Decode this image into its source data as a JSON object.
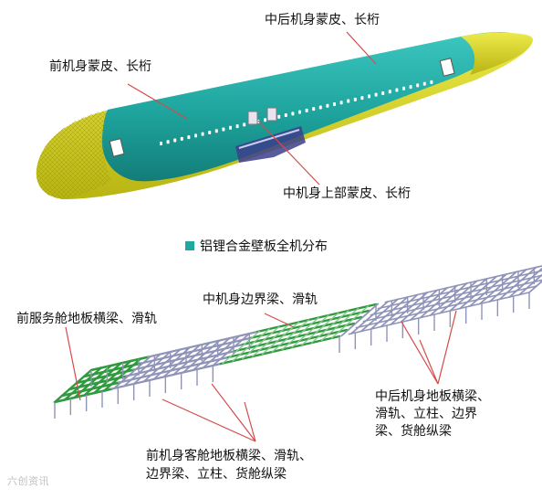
{
  "labels": {
    "mid_rear_skin": "中后机身蒙皮、长桁",
    "front_skin": "前机身蒙皮、长桁",
    "mid_upper_skin": "中机身上部蒙皮、长桁",
    "mid_boundary": "中机身边界梁、滑轨",
    "front_service": "前服务舱地板横梁、滑轨",
    "mid_rear_floor_1": "中后机身地板横梁、",
    "mid_rear_floor_2": "滑轨、立柱、边界",
    "mid_rear_floor_3": "梁、货舱纵梁",
    "front_cabin_1": "前机身客舱地板横梁、滑轨、",
    "front_cabin_2": "边界梁、立柱、货舱纵梁"
  },
  "legend": {
    "text": "铝锂合金壁板全机分布",
    "color": "#1fa7a1"
  },
  "watermark": "六创资讯",
  "colors": {
    "fuselage_teal": "#1fa7a1",
    "fuselage_yellow": "#d8d51e",
    "floor_green": "#2f9a3d",
    "floor_gray": "#8f93b8",
    "leader": "#d44b4b"
  }
}
